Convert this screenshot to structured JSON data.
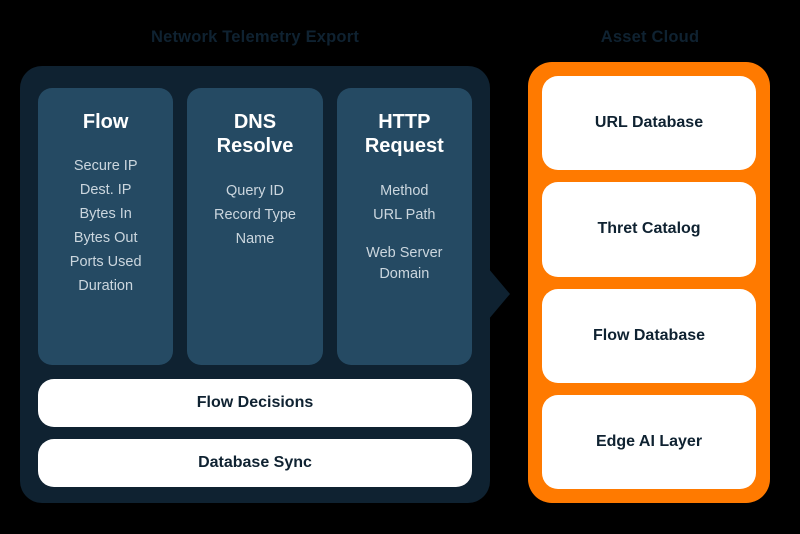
{
  "diagram": {
    "background_color": "#000000",
    "accent_orange": "#FF7A00",
    "panel_dark_color": "#0F2231",
    "card_color": "#254A63"
  },
  "left": {
    "title": "Network Telemetry Export",
    "cards": [
      {
        "title": "Flow",
        "items": [
          "Secure IP",
          "Dest. IP",
          "Bytes In",
          "Bytes Out",
          "Ports Used",
          "Duration"
        ]
      },
      {
        "title": "DNS\nResolve",
        "items": [
          "Query ID",
          "Record Type",
          "Name"
        ]
      },
      {
        "title": "HTTP\nRequest",
        "items": [
          "Method",
          "URL Path",
          "Web Server\nDomain"
        ]
      }
    ],
    "bars": [
      {
        "label": "Flow Decisions"
      },
      {
        "label": "Database Sync"
      }
    ]
  },
  "right": {
    "title": "Asset Cloud",
    "cards": [
      {
        "label": "URL Database"
      },
      {
        "label": "Thret Catalog"
      },
      {
        "label": "Flow Database"
      },
      {
        "label": "Edge AI Layer"
      }
    ]
  },
  "connector": {
    "name": "arrow-right-icon",
    "direction": "right"
  }
}
